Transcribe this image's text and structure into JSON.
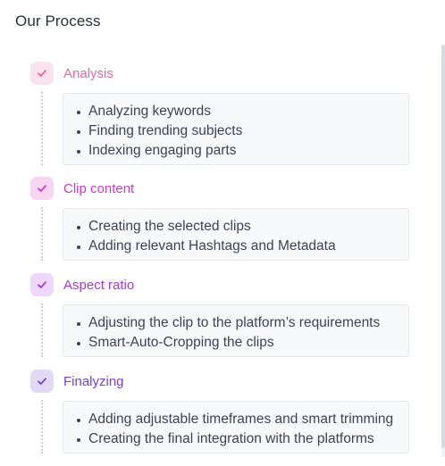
{
  "title": "Our Process",
  "steps": [
    {
      "label": "Analysis",
      "icon": "check-icon",
      "color": "#e06aa1",
      "badge_bg": "#fbe3ee",
      "items": [
        "Analyzing keywords",
        "Finding trending subjects",
        "Indexing engaging parts"
      ]
    },
    {
      "label": "Clip content",
      "icon": "check-icon",
      "color": "#cc3bbf",
      "badge_bg": "#f8d6f2",
      "items": [
        "Creating the selected clips",
        "Adding relevant Hashtags and Metadata"
      ]
    },
    {
      "label": "Aspect ratio",
      "icon": "check-icon",
      "color": "#a23ad3",
      "badge_bg": "#edd7fa",
      "items": [
        "Adjusting the clip to the platform’s requirements",
        "Smart-Auto-Cropping the clips"
      ]
    },
    {
      "label": "Finalyzing",
      "icon": "check-icon",
      "color": "#7a3fcf",
      "badge_bg": "#e3d9f7",
      "items": [
        "Adding adjustable timeframes and smart trimming",
        "Creating the final integration with the platforms"
      ]
    }
  ]
}
